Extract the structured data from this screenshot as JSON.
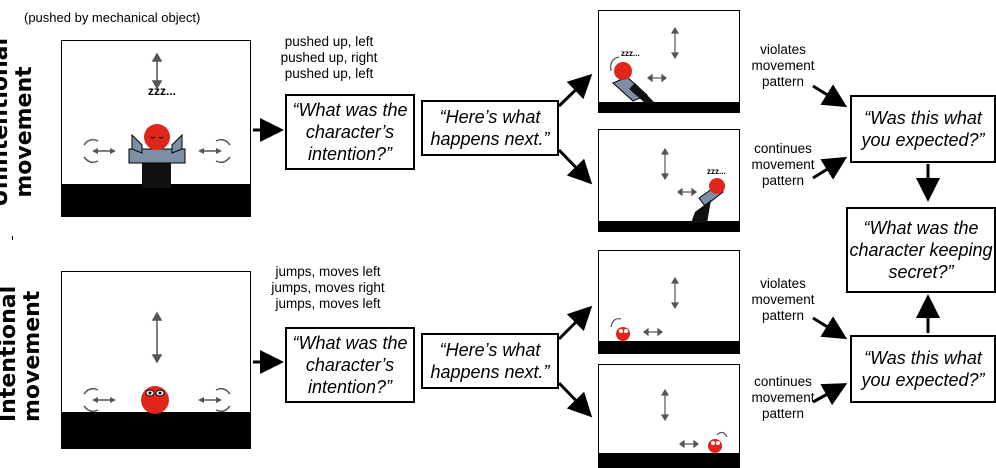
{
  "rows": {
    "unintentional": {
      "label_line1": "Unintentional",
      "label_line2": "movement",
      "caption": "(pushed by mechanical object)",
      "sequence": [
        "pushed up, left",
        "pushed up, right",
        "pushed up, left"
      ],
      "question1": "“What was the character’s intention?”",
      "next": "“Here’s what happens next.”",
      "outcome_top": [
        "violates",
        "movement",
        "pattern"
      ],
      "outcome_bottom": [
        "continues",
        "movement",
        "pattern"
      ],
      "question2": "“Was this what you expected?”",
      "sleep_text": "zzz..."
    },
    "intentional": {
      "label_line1": "Intentional",
      "label_line2": "movement",
      "sequence": [
        "jumps, moves left",
        "jumps, moves right",
        "jumps, moves left"
      ],
      "question1": "“What was the character’s intention?”",
      "next": "“Here’s what happens next.”",
      "outcome_top": [
        "violates",
        "movement",
        "pattern"
      ],
      "outcome_bottom": [
        "continues",
        "movement",
        "pattern"
      ],
      "question2": "“Was this what you expected?”"
    }
  },
  "shared_question": "“What was the character keeping secret?”",
  "colors": {
    "character": "#e0261b",
    "platform": "#7d8fa6",
    "floor": "#000000"
  }
}
